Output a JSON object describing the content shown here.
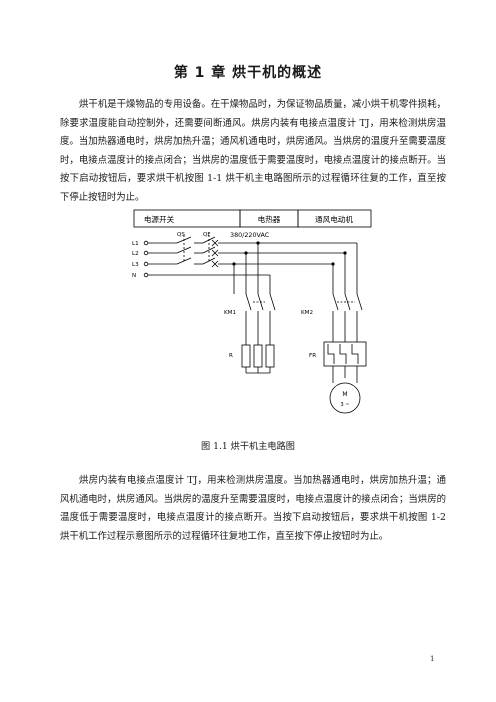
{
  "title": "第 1 章  烘干机的概述",
  "paragraph1": "烘干机是干燥物品的专用设备。在干燥物品时，为保证物品质量，减小烘干机零件损耗，除要求温度能自动控制外，还需要间断通风。烘房内装有电接点温度计 TJ，用来检测烘房温度。当加热器通电时，烘房加热升温；通风机通电时，烘房通风。当烘房的温度升至需要温度时，电接点温度计的接点闭合；当烘房的温度低于需要温度时，电接点温度计的接点断开。当按下启动按钮后，要求烘干机按图 1-1 烘干机主电路图所示的过程循环往复的工作，直至按下停止按钮时为止。",
  "diagram": {
    "header": [
      "电源开关",
      "电热器",
      "通风电动机"
    ],
    "lines": [
      "L1",
      "L2",
      "L3",
      "N"
    ],
    "labels": {
      "qs": "QS",
      "qf": "QF",
      "voltage": "380/220VAC",
      "km1": "KM1",
      "km2": "KM2",
      "r": "R",
      "fr": "FR",
      "motor": "M",
      "motor_phase": "3 ~"
    }
  },
  "caption": "图 1.1  烘干机主电路图",
  "paragraph2": "烘房内装有电接点温度计 TJ，用来检测烘房温度。当加热器通电时，烘房加热升温；通风机通电时，烘房通风。当烘房的温度升至需要温度时，电接点温度计的接点闭合；当烘房的温度低于需要温度时，电接点温度计的接点断开。当按下启动按钮后，要求烘干机按图 1-2 烘干机工作过程示意图所示的过程循环往复地工作，直至按下停止按钮时为止。",
  "page_number": "1"
}
